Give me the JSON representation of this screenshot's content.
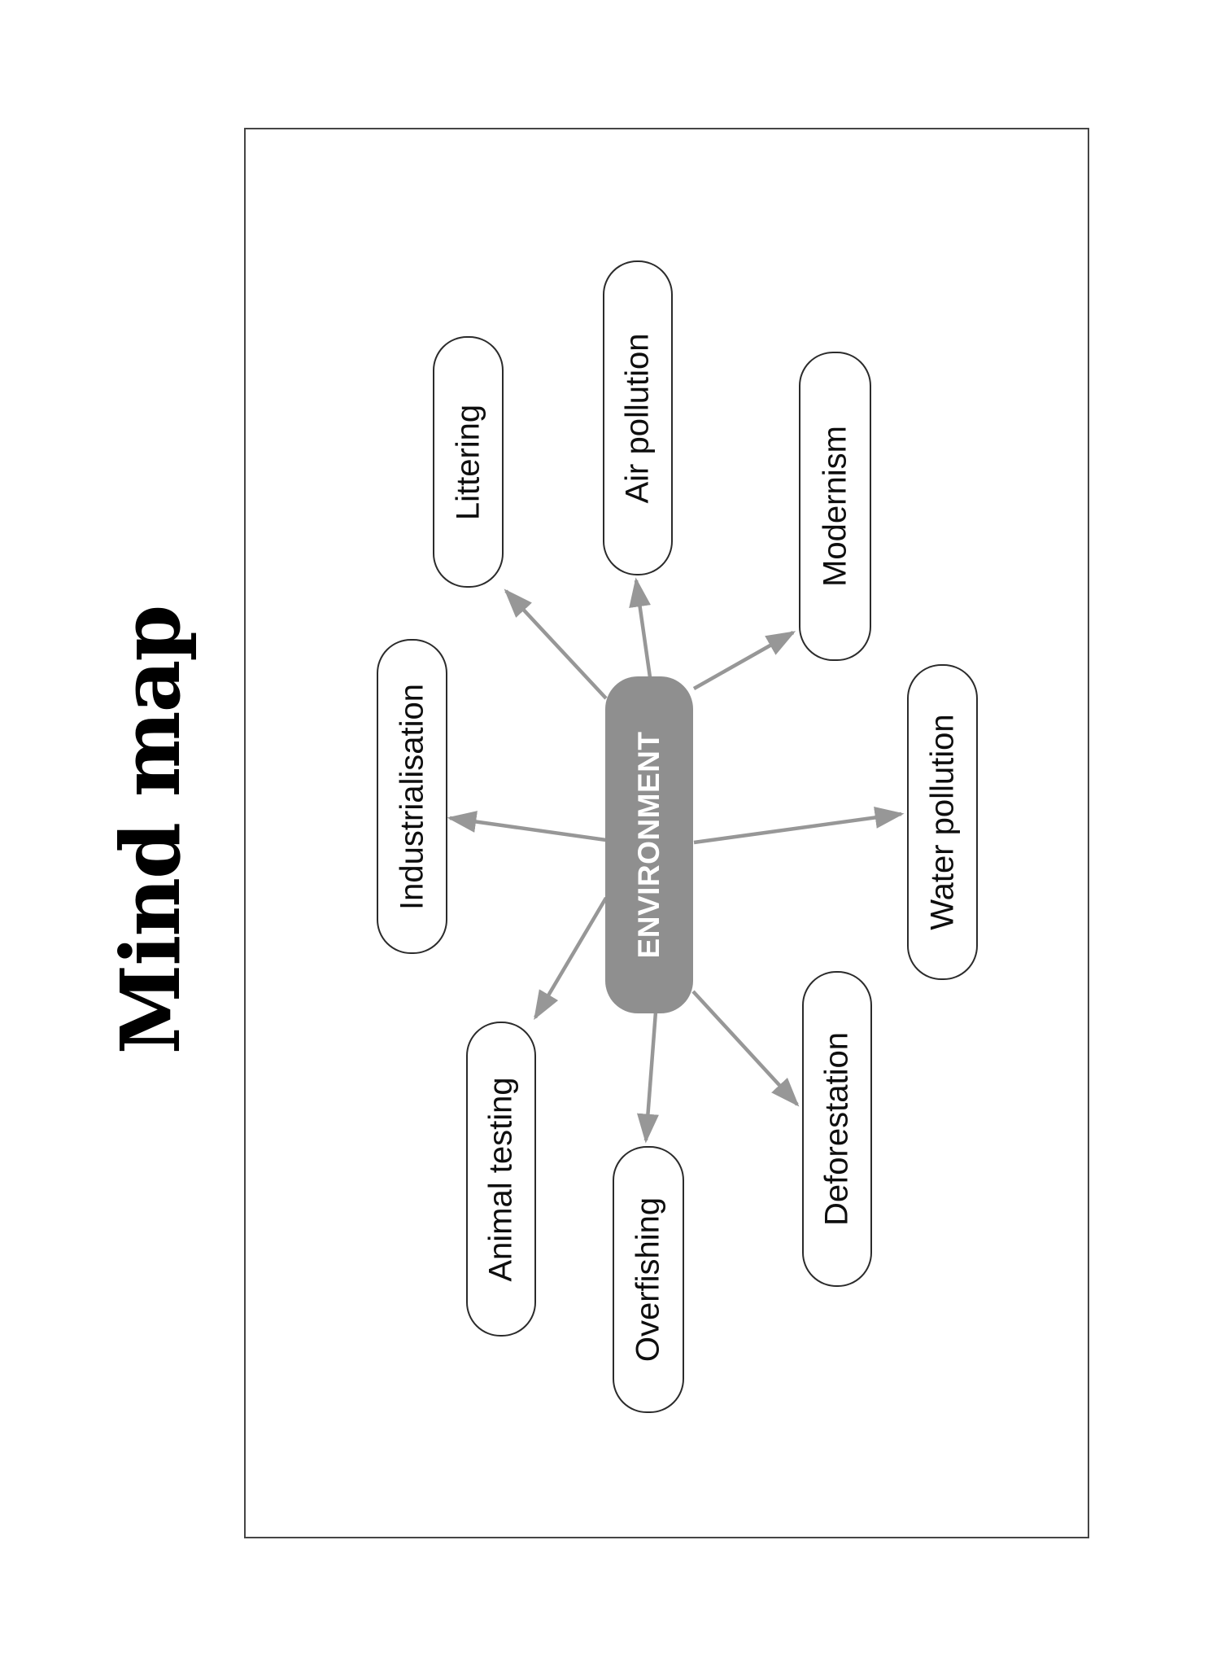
{
  "title": "Mind map",
  "diagram": {
    "center": {
      "label": "ENVIRONMENT"
    },
    "nodes": [
      {
        "label": "Littering"
      },
      {
        "label": "Air pollution"
      },
      {
        "label": "Modernism"
      },
      {
        "label": "Industrialisation"
      },
      {
        "label": "Water pollution"
      },
      {
        "label": "Animal testing"
      },
      {
        "label": "Overfishing"
      },
      {
        "label": "Deforestation"
      }
    ]
  },
  "colors": {
    "center_fill": "#8f8f8f",
    "center_text": "#ffffff",
    "node_fill": "#ffffff",
    "node_border": "#2b2b2b",
    "node_text": "#0e0e0e",
    "arrow": "#979797",
    "frame_border": "#454545",
    "title_text": "#000000"
  }
}
